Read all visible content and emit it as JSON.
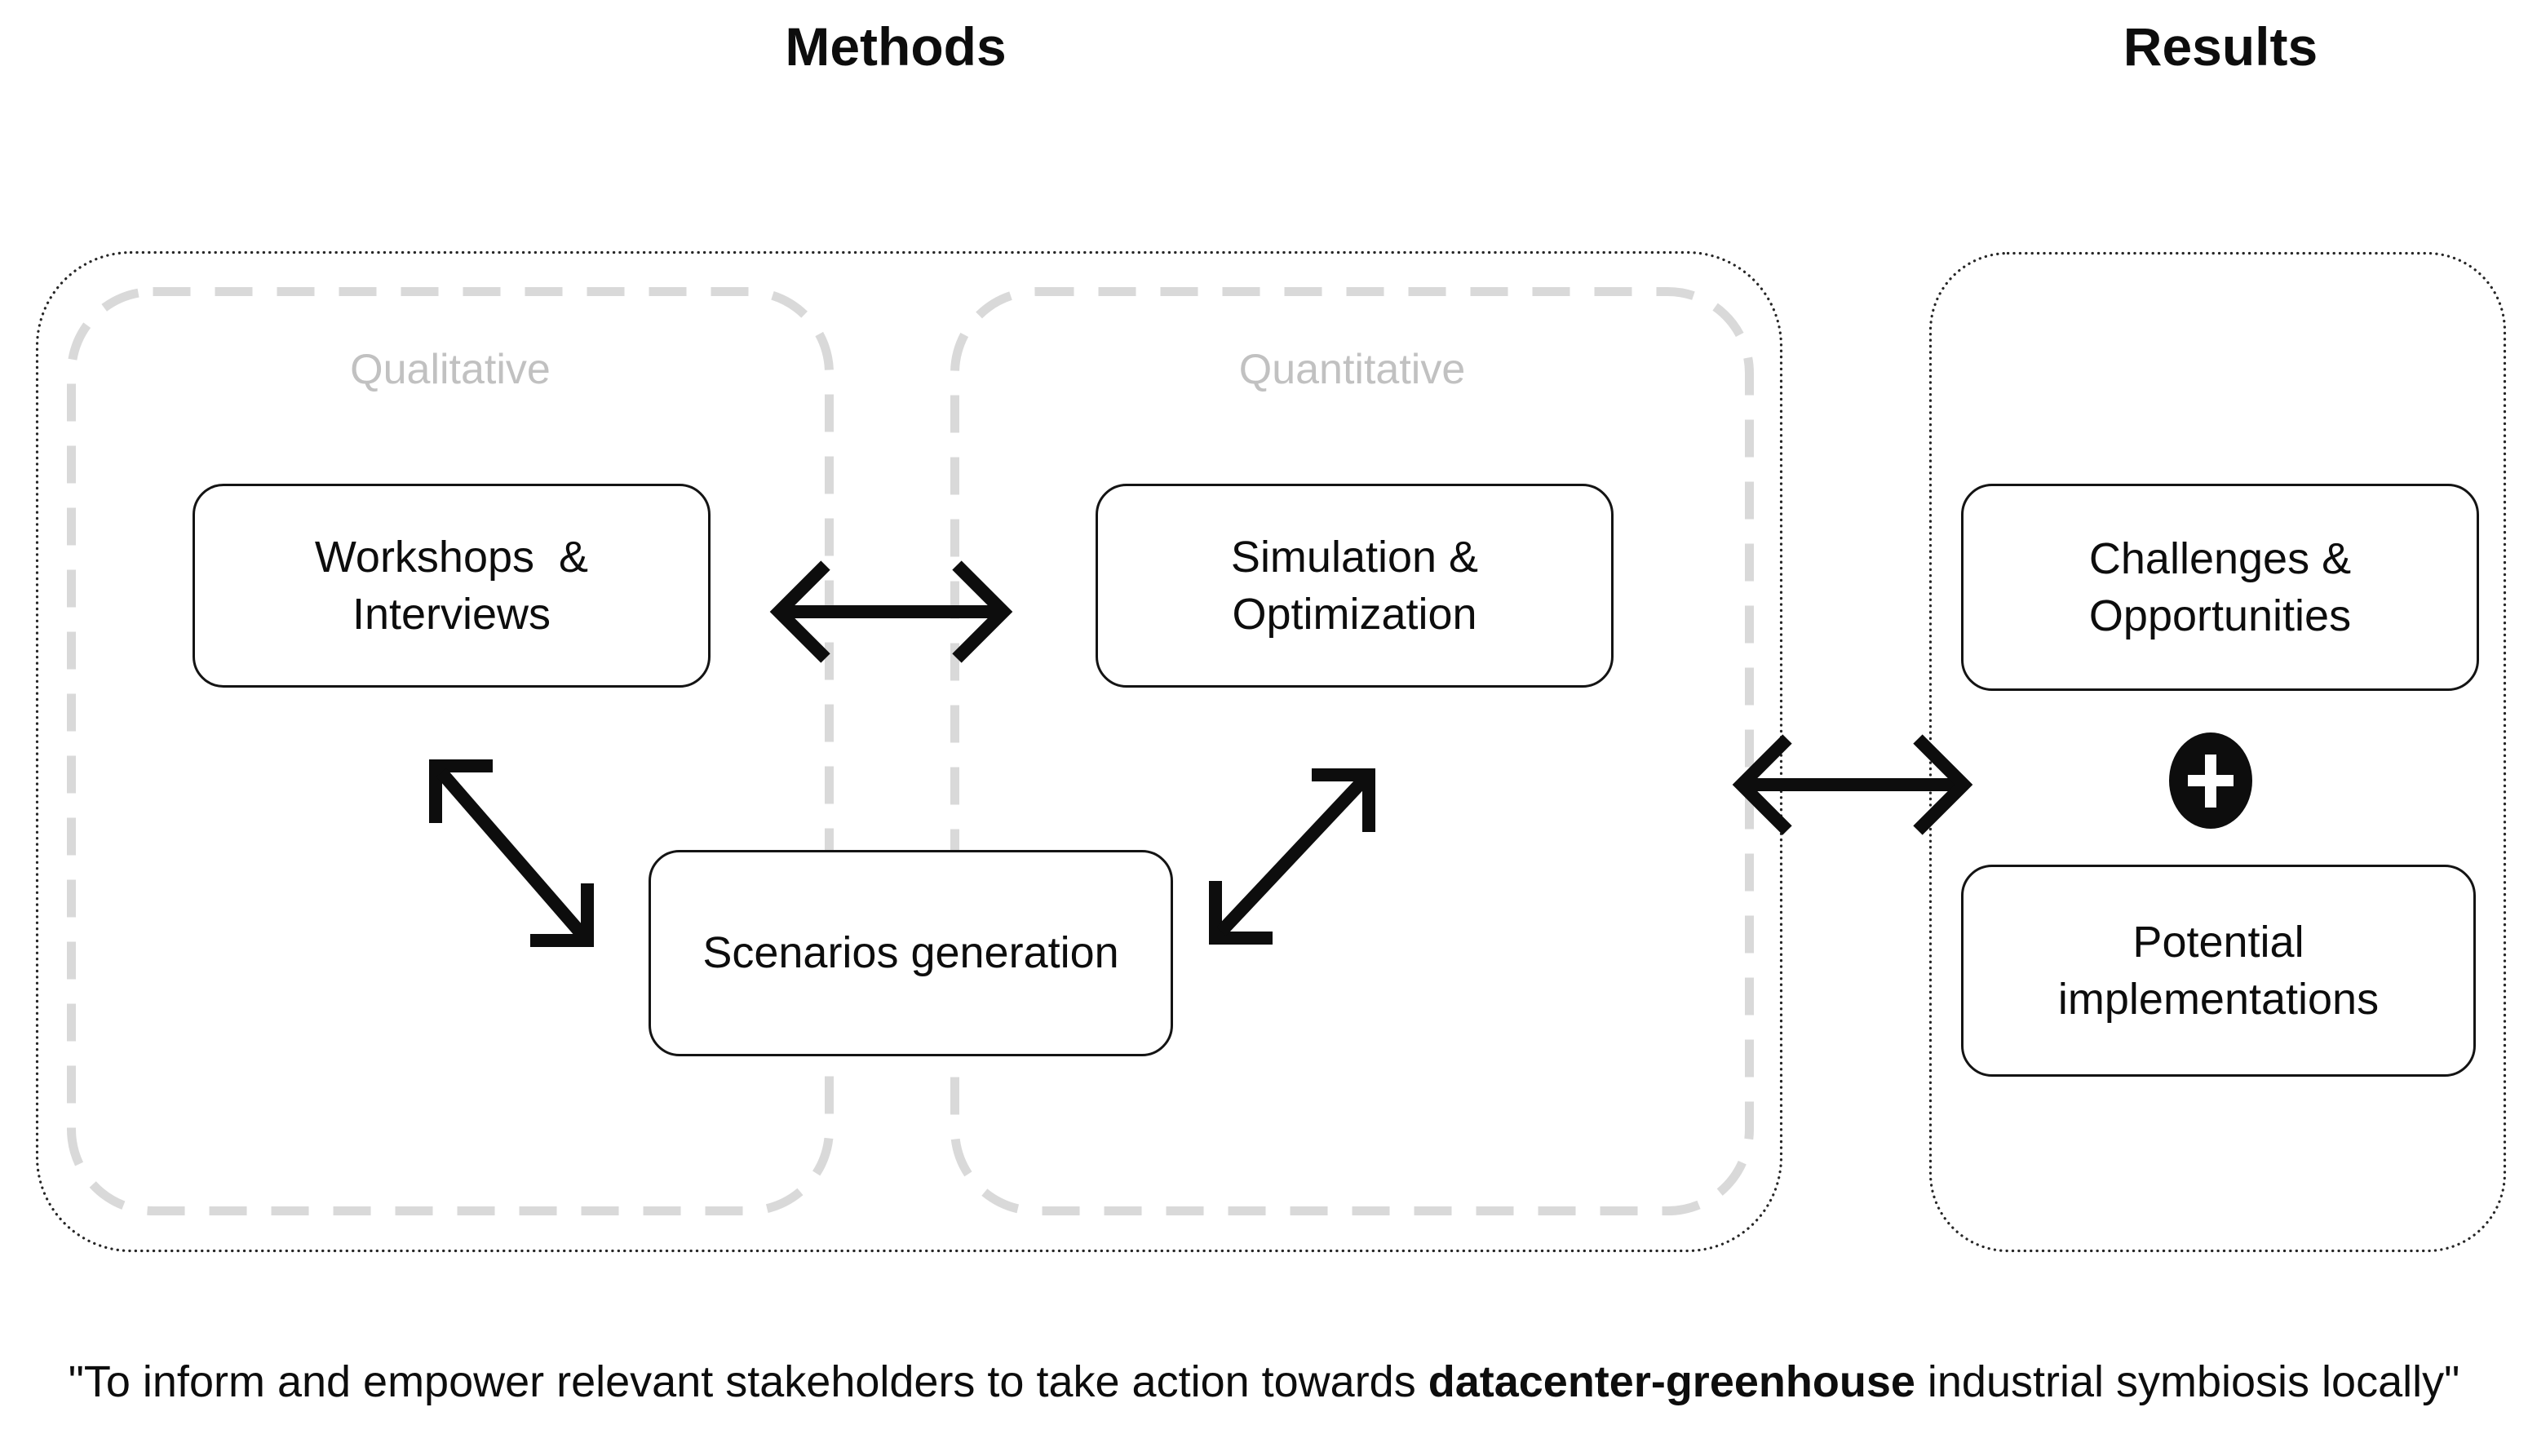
{
  "titles": {
    "methods": "Methods",
    "results": "Results"
  },
  "methods": {
    "qualitative_label": "Qualitative",
    "quantitative_label": "Quantitative",
    "workshops_box": "Workshops  &\nInterviews",
    "simulation_box": "Simulation &\nOptimization",
    "scenarios_box": "Scenarios generation"
  },
  "results": {
    "challenges_box": "Challenges &\nOpportunities",
    "plus_symbol": "+",
    "potential_box": "Potential\nimplementations"
  },
  "quote": {
    "prefix": "\"To inform and empower relevant stakeholders to take action towards ",
    "bold": "datacenter-greenhouse",
    "suffix": " industrial symbiosis locally\""
  },
  "icons": {
    "plus": "plus-icon"
  },
  "colors": {
    "text": "#0d0d0d",
    "solid_box_border": "#141414",
    "dotted_container_border": "#262626",
    "dashed_container_border": "#d9d9d9",
    "muted_zone_label": "#c1c1c1",
    "plus_badge_fill": "#0d0d0d",
    "plus_glyph": "#ffffff",
    "background": "#ffffff"
  }
}
